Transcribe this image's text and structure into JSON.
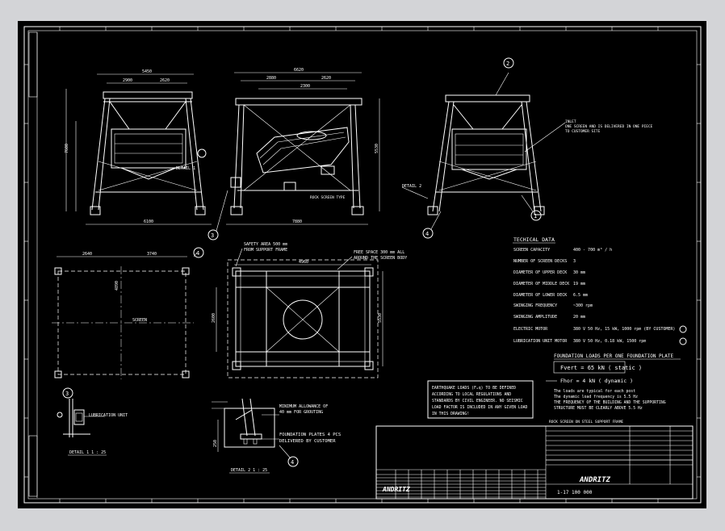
{
  "colors": {
    "background": "#d3d4d7",
    "sheet": "#000000",
    "line": "#ffffff"
  },
  "tech_data": {
    "title": "TECHICAL DATA",
    "rows": [
      {
        "label": "SCREEN CAPACITY",
        "value": "400 - 700 m³ / h"
      },
      {
        "label": "NUMBER OF SCREEN DECKS",
        "value": "3"
      },
      {
        "label": "DIAMETER OF UPPER DECK",
        "value": "30 mm"
      },
      {
        "label": "DIAMETER OF MIDDLE DECK",
        "value": "19 mm"
      },
      {
        "label": "DIAMETER OF LOWER DECK",
        "value": "6.5 mm"
      },
      {
        "label": "SWINGING FREQUENCY",
        "value": "~300 rpm"
      },
      {
        "label": "SWINGING AMPLITUDE",
        "value": "20 mm"
      },
      {
        "label": "ELECTRIC MOTOR",
        "value": "380 V 50 Hz, 15 kW, 1000 rpm (BY CUSTOMER)"
      },
      {
        "label": "LUBRICATION UNIT MOTOR",
        "value": "380 V 50 Hz, 0.18 kW, 1500 rpm"
      }
    ]
  },
  "foundation": {
    "title": "FOUNDATION LOADS PER ONE FOUNDATION PLATE",
    "fvert": "Fvert = 65 kN ( static )",
    "fhor": "Fhor = 4 kN ( dynamic )",
    "notes": [
      "The loads are typical for each post",
      "The dynamic load frequency is 5.5 Hz",
      "THE FREQUENCY OF THE BUILDING AND THE SUPPORTING",
      "STRUCTURE MUST BE CLEARLY ABOVE 5.5 Hz"
    ]
  },
  "earthquake_note": [
    "EARTHQUAKE LOADS (Fₑq) TO BE DEFINED",
    "ACCORDING TO LOCAL REGULATIONS AND",
    "STANDARDS BY CIVIL ENGINEER. NO SEISMIC",
    "LOAD FACTOR IS INCLUDED IN ANY GIVEN LOAD",
    "IN THIS DRAWING!"
  ],
  "labels": {
    "safety_area": "SAFETY AREA 500 mm",
    "safety_area_2": "FROM SUPPORT FRAME",
    "free_space": "FREE SPACE 300 mm ALL",
    "free_space_2": "AROUND THE SCREEN BODY",
    "screen": "SCREEN",
    "lubrication_unit": "LUBRICATION UNIT",
    "detail_1": "DETAIL 1   1 : 25",
    "detail_2": "DETAIL 2   1 : 25",
    "detail_2_tag": "DETAIL 2",
    "detail_1_tag": "DETAIL 1",
    "foundation_plates": "FOUNDATION PLATES 4 PCS",
    "delivered": "DELIVERED BY CUSTOMER",
    "grout_1": "MINIMUM ALLOWANCE OF",
    "grout_2": "40 mm FOR GROUTING",
    "right_note_1": "INLET",
    "right_note_2": "ONE SCREEN AND IS DELIVERED IN ONE PIECE",
    "right_note_3": "TO CUSTOMER SITE",
    "title_top": "ROCK SCREEN ON STEEL SUPPORT FRAME",
    "brand": "ANDRITZ",
    "drawing_no": "1-17 100 000"
  },
  "balloons": [
    "1",
    "2",
    "3",
    "4",
    "4",
    "3",
    "4"
  ],
  "dims": {
    "front_top": "5450",
    "front_w1": "2900",
    "front_w2": "2620",
    "side_top": "6620",
    "side_a": "2880",
    "side_b": "2620",
    "side_c": "2300",
    "plan_w1": "2640",
    "plan_w2": "3740",
    "plan_h": "4890"
  }
}
